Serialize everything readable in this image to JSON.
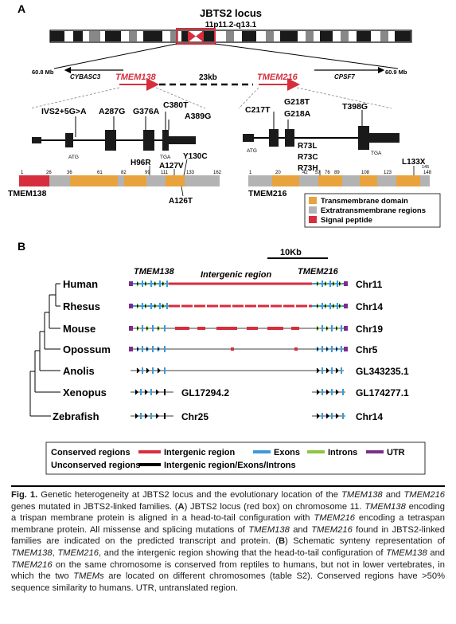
{
  "panel_a": {
    "letter": "A",
    "locus_title": "JBTS2 locus",
    "locus_band": "11p11.2-q13.1",
    "left_coord": "60.8 Mb",
    "right_coord": "60.9 Mb",
    "gene_cybasc3": "CYBASC3",
    "gene_cpsf7": "CPSF7",
    "tmem138": "TMEM138",
    "tmem216": "TMEM216",
    "gap": "23kb",
    "t138_mutations": [
      "IVS2+5G>A",
      "A287G",
      "G376A",
      "C380T",
      "A389G"
    ],
    "t138_atg": "ATG",
    "t138_tga": "TGA",
    "t138_aa_mutations": [
      "H96R",
      "A127V",
      "Y130C",
      "A126T"
    ],
    "t138_positions": [
      "1",
      "26",
      "36",
      "61",
      "82",
      "99",
      "111",
      "133",
      "162"
    ],
    "t138_label": "TMEM138",
    "t216_mutations": [
      "C217T",
      "G218T",
      "G218A",
      "T398G"
    ],
    "t216_atg": "ATG",
    "t216_tga": "TGA",
    "t216_aa_mutations": [
      "R73L",
      "R73C",
      "R73H",
      "L133X"
    ],
    "t216_positions": [
      "1",
      "20",
      "42",
      "57",
      "76",
      "89",
      "108",
      "123",
      "145",
      "148"
    ],
    "t216_label": "TMEM216",
    "legend": [
      {
        "label": "Transmembrane domain",
        "color": "#e8a33d"
      },
      {
        "label": "Extratransmembrane regions",
        "color": "#b3b3b3"
      },
      {
        "label": "Signal peptide",
        "color": "#d62e3c"
      }
    ]
  },
  "panel_b": {
    "letter": "B",
    "scale": "10Kb",
    "tmem138": "TMEM138",
    "intergenic": "Intergenic region",
    "tmem216": "TMEM216",
    "species": [
      {
        "name": "Human",
        "chr": "Chr11"
      },
      {
        "name": "Rhesus",
        "chr": "Chr14"
      },
      {
        "name": "Mouse",
        "chr": "Chr19"
      },
      {
        "name": "Opossum",
        "chr": "Chr5"
      },
      {
        "name": "Anolis",
        "chr": "GL343235.1"
      },
      {
        "name": "Xenopus",
        "chr_mid": "GL17294.2",
        "chr": "GL174277.1"
      },
      {
        "name": "Zebrafish",
        "chr_mid": "Chr25",
        "chr": "Chr14"
      }
    ],
    "legend": {
      "conserved": "Conserved regions",
      "unconserved": "Unconserved regions",
      "items": [
        {
          "label": "Intergenic region",
          "color": "#d62e3c"
        },
        {
          "label": "Exons",
          "color": "#3b9ad9"
        },
        {
          "label": "Introns",
          "color": "#8cc63f"
        },
        {
          "label": "UTR",
          "color": "#7b2d8e"
        }
      ],
      "unconserved_item": "Intergenic region/Exons/Introns"
    }
  },
  "caption": {
    "fig": "Fig. 1.",
    "title": "Genetic heterogeneity at JBTS2 locus and the evolutionary location of the",
    "g1": "TMEM138",
    "and1": "and",
    "g2": "TMEM216",
    "rest1": "genes mutated in JBTS2-linked families. (",
    "a": "A",
    "rest2": ") JBTS2 locus (red box) on chromosome 11.",
    "g3": "TMEM138",
    "rest3": "encoding a trispan membrane protein is aligned in a head-to-tail configuration with",
    "g4": "TMEM216",
    "rest4": "encoding a tetraspan membrane protein. All missense and splicing mutations of",
    "g5": "TMEM138",
    "and2": "and",
    "g6": "TMEM216",
    "rest5": "found in JBTS2-linked families are indicated on the predicted transcript and protein. (",
    "b": "B",
    "rest6": ") Schematic synteny representation of",
    "g7": "TMEM138",
    "comma": ",",
    "g8": "TMEM216",
    "rest7": ", and the intergenic region showing that the head-to-tail configuration of",
    "g9": "TMEM138",
    "and3": "and",
    "g10": "TMEM216",
    "rest8": "on the same chromosome is conserved from reptiles to humans, but not in lower vertebrates, in which the two",
    "g11": "TMEMs",
    "rest9": "are located on different chromosomes (table S2). Conserved regions have >50% sequence similarity to humans. UTR, untranslated region."
  }
}
